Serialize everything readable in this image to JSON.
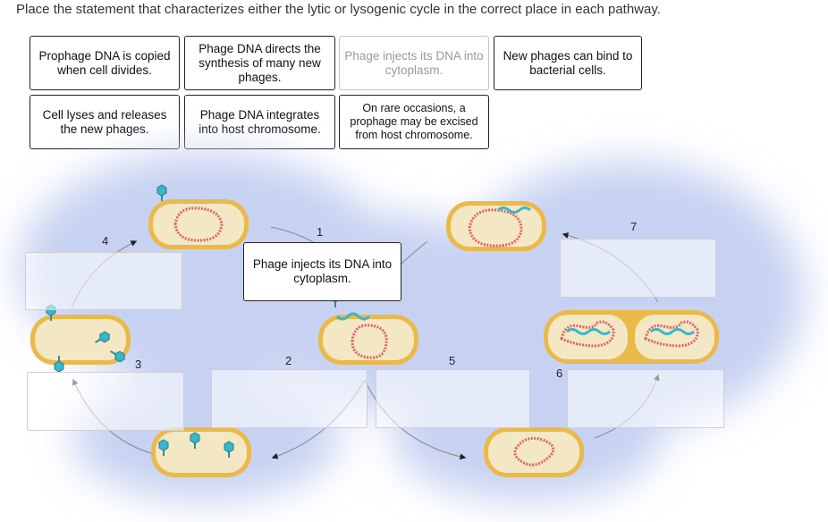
{
  "instruction": "Place the statement that characterizes either the lytic or lysogenic cycle in the correct place in each pathway.",
  "cards": [
    {
      "id": "prophage-copied",
      "label": "Prophage DNA is copied when cell divides.",
      "used": false
    },
    {
      "id": "directs-synthesis",
      "label": "Phage DNA directs the synthesis of many new phages.",
      "used": false
    },
    {
      "id": "injects-dna",
      "label": "Phage injects its DNA into cytoplasm.",
      "used": true
    },
    {
      "id": "new-phages-bind",
      "label": "New phages can bind to bacterial cells.",
      "used": false
    },
    {
      "id": "cell-lyses",
      "label": "Cell lyses and releases the new phages.",
      "used": false
    },
    {
      "id": "integrates",
      "label": "Phage DNA integrates into host chromosome.",
      "used": false
    },
    {
      "id": "excised",
      "label": "On rare occasions, a prophage may be excised from host chromosome.",
      "used": false
    }
  ],
  "steps": [
    "1",
    "2",
    "3",
    "4",
    "5",
    "6",
    "7"
  ],
  "placed": {
    "slot": "1",
    "label": "Phage injects its DNA into cytoplasm."
  },
  "colors": {
    "cell_wall": "#e9b94a",
    "cytoplasm": "#f3e7c4",
    "host_dna": "#e0606a",
    "phage_dna": "#3ab6c9",
    "glow": "#b8c6ef"
  }
}
